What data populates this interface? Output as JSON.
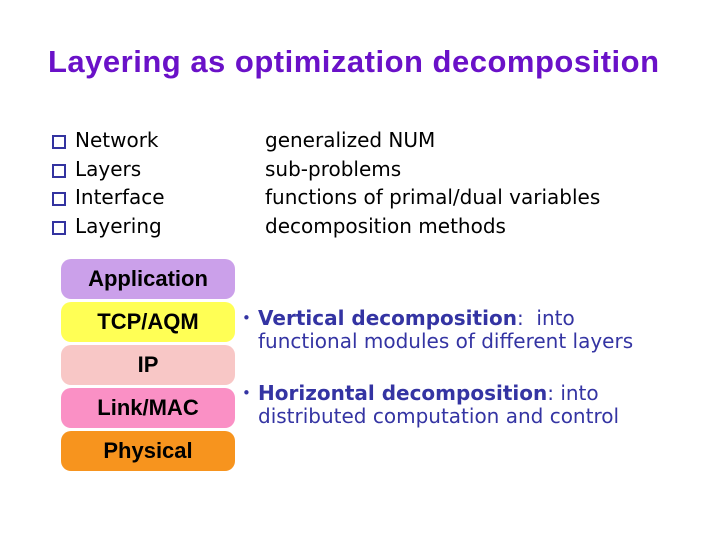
{
  "title": {
    "text": "Layering as optimization decomposition",
    "color": "#6A11C8"
  },
  "definitions": [
    {
      "term": "Network",
      "desc": "generalized NUM"
    },
    {
      "term": "Layers",
      "desc": "sub-problems"
    },
    {
      "term": "Interface",
      "desc": "functions of primal/dual variables"
    },
    {
      "term": "Layering",
      "desc": "decomposition methods"
    }
  ],
  "stack": {
    "layers": [
      {
        "label": "Application",
        "color": "#CBA0EA"
      },
      {
        "label": "TCP/AQM",
        "color": "#FFFF55"
      },
      {
        "label": "IP",
        "color": "#F8C7C6"
      },
      {
        "label": "Link/MAC",
        "color": "#FA90C5"
      },
      {
        "label": "Physical",
        "color": "#F7941E"
      }
    ]
  },
  "notes": {
    "color": "#3434A3",
    "bullet_char": "•",
    "items": [
      {
        "lead_bold": "Vertical decomposition",
        "lead_rest": ":  into",
        "line2": "functional modules of different layers"
      },
      {
        "lead_bold": "Horizontal decomposition",
        "lead_rest": ": into",
        "line2": "distributed computation and control"
      }
    ]
  },
  "colors": {
    "background": "#FFFFFF",
    "body_text": "#000000",
    "bullet_square": "#3333A0"
  }
}
